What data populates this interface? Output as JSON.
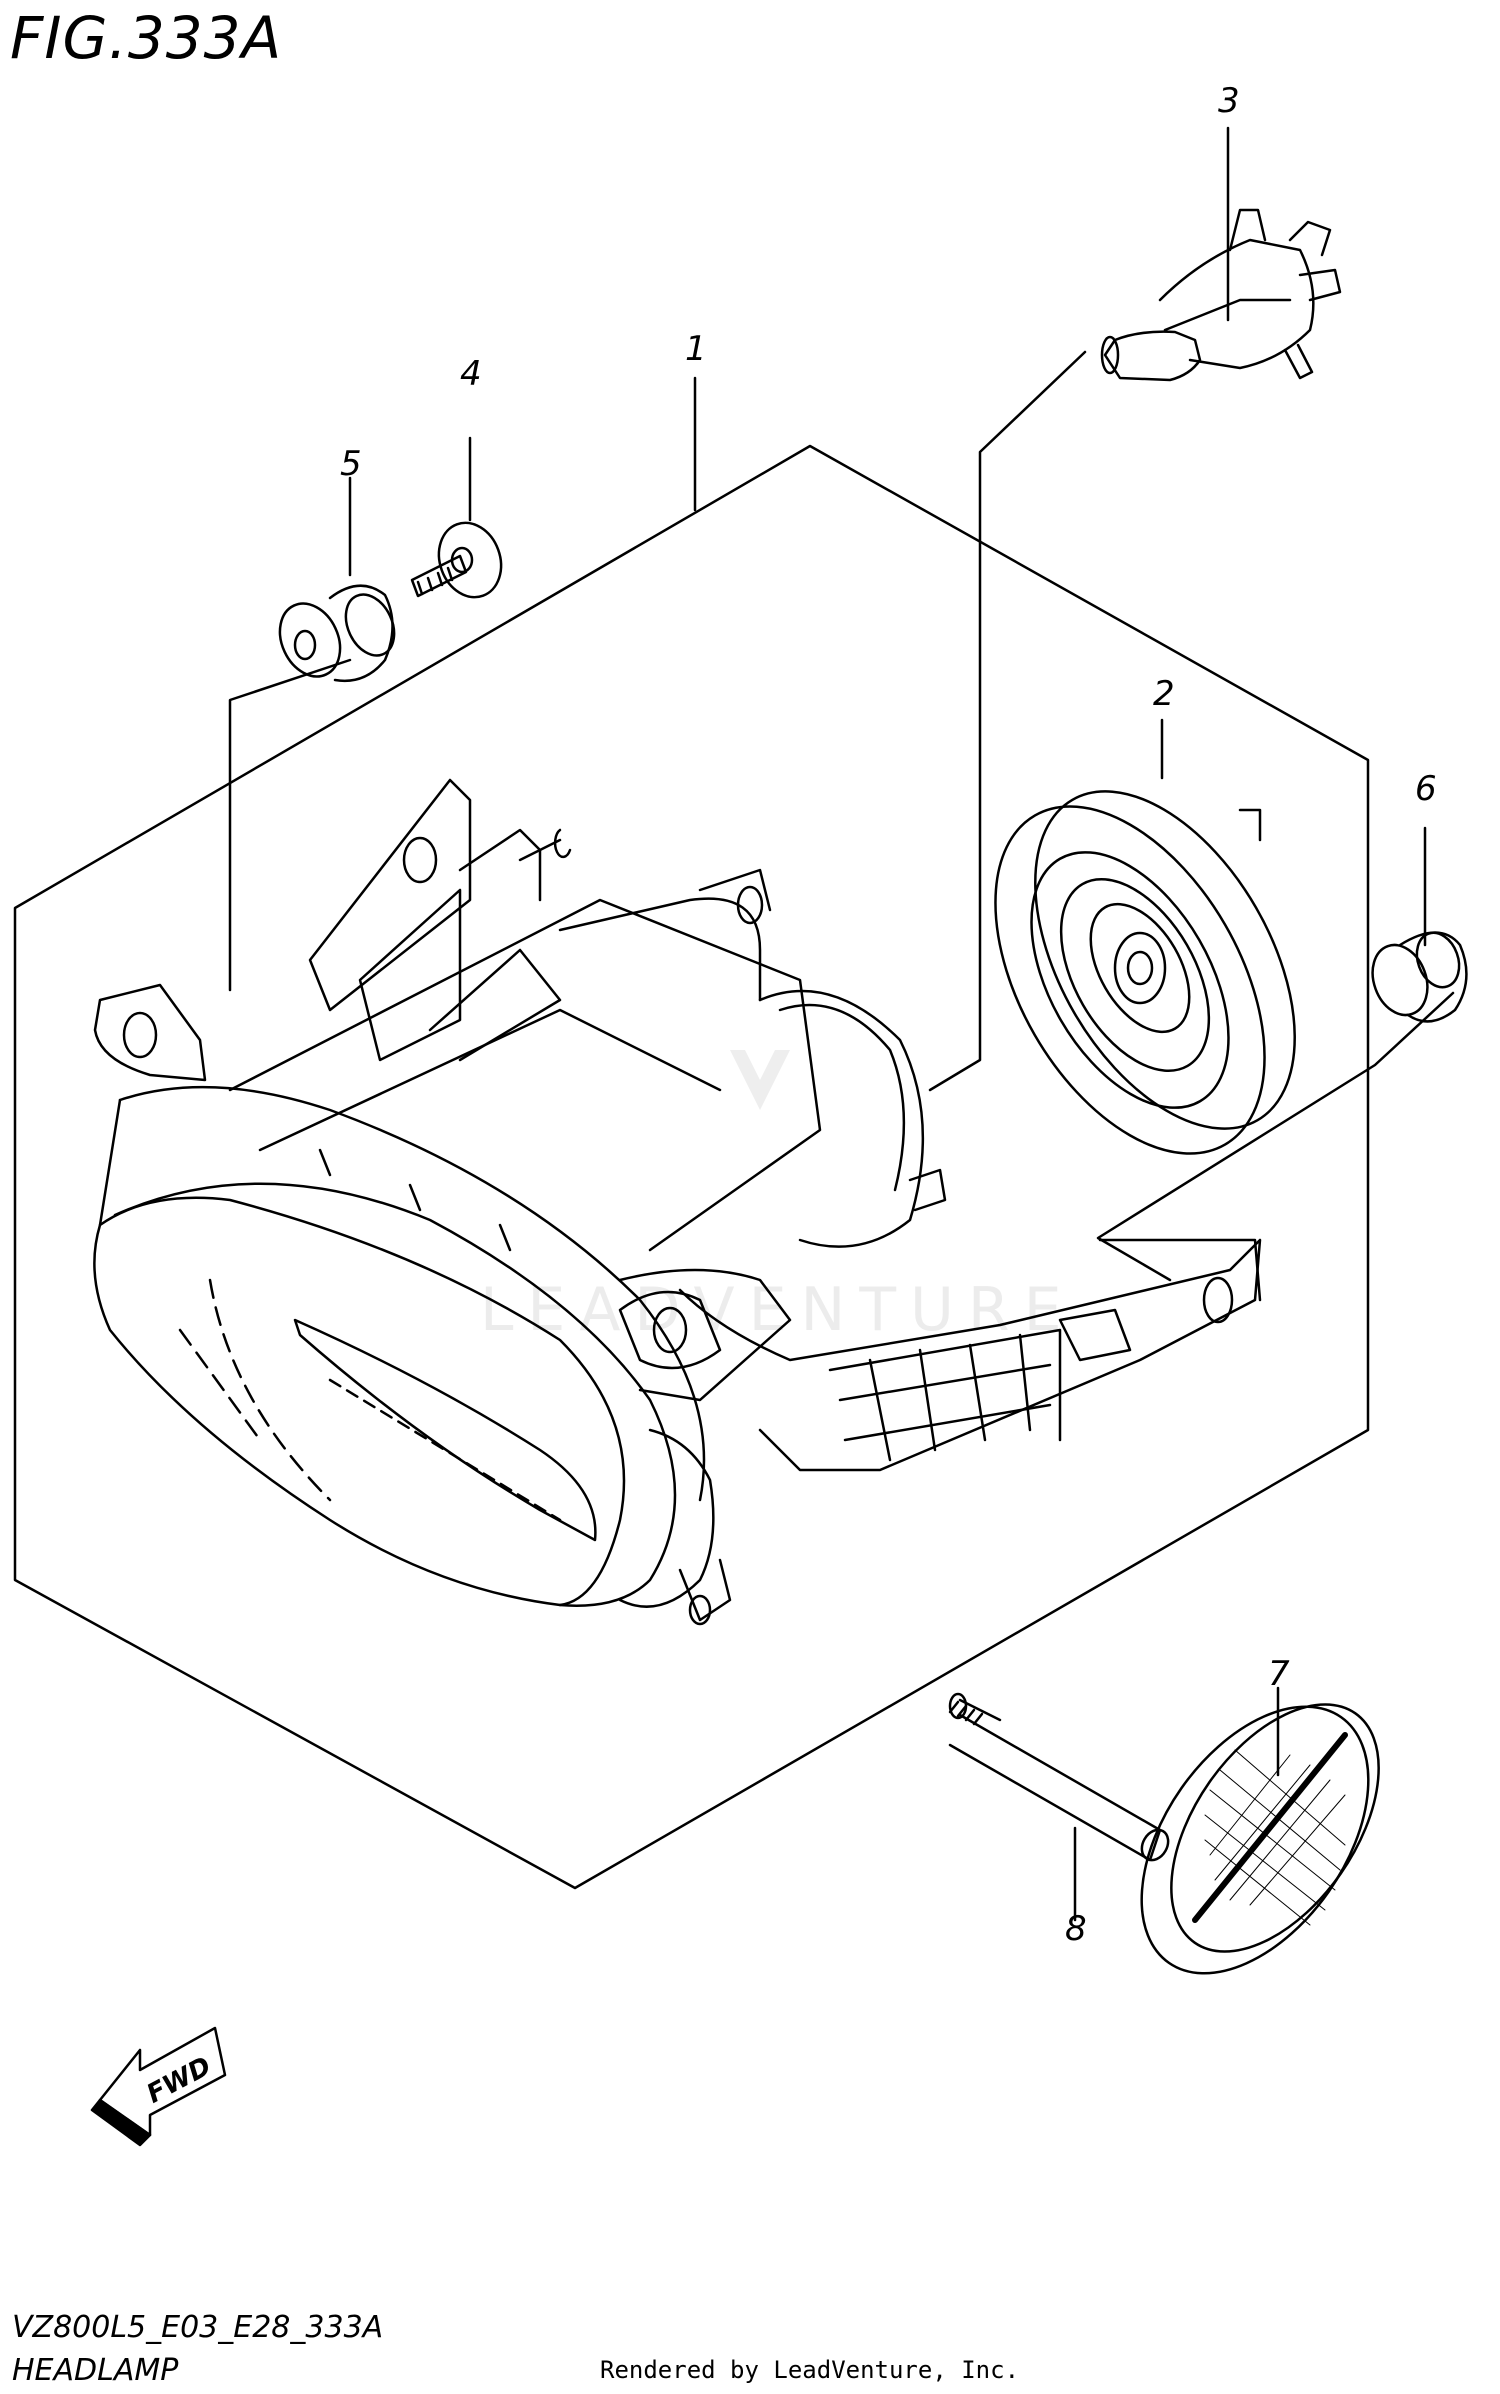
{
  "figure": {
    "title": "FIG.333A",
    "code": "VZ800L5_E03_E28_333A",
    "name": "HEADLAMP",
    "rendered_by": "Rendered by LeadVenture, Inc.",
    "watermark": "LEADVENTURE",
    "fwd_label": "FWD"
  },
  "parts": [
    {
      "callout": "1",
      "icon": "headlamp-assembly"
    },
    {
      "callout": "2",
      "icon": "socket-cover"
    },
    {
      "callout": "3",
      "icon": "bulb"
    },
    {
      "callout": "4",
      "icon": "screw"
    },
    {
      "callout": "5",
      "icon": "grommet"
    },
    {
      "callout": "6",
      "icon": "grommet"
    },
    {
      "callout": "7",
      "icon": "reflector"
    },
    {
      "callout": "8",
      "icon": "stud"
    }
  ]
}
